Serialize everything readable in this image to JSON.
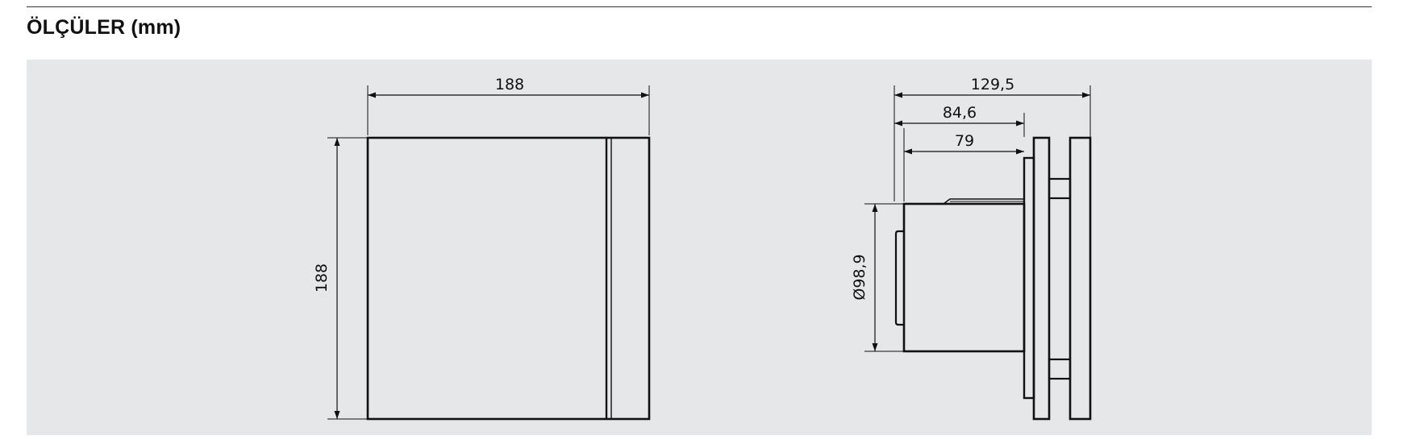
{
  "section": {
    "title": "ÖLÇÜLER (mm)"
  },
  "front_view": {
    "width_label": "188",
    "height_label": "188"
  },
  "side_view": {
    "total_depth_label": "129,5",
    "mid_depth_label": "84,6",
    "body_depth_label": "79",
    "diameter_label": "Ø98,9"
  },
  "colors": {
    "panel_background": "#e6e7e9",
    "line": "#111111"
  }
}
